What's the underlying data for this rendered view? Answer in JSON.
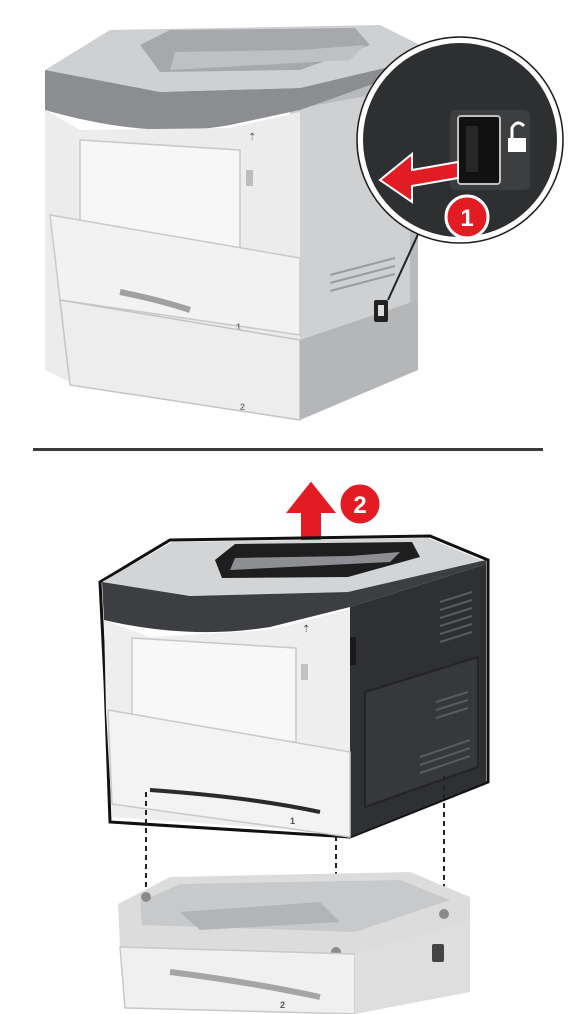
{
  "figure": {
    "step_labels": [
      "1",
      "2"
    ],
    "tray_labels": {
      "top_tray": "1",
      "lower_tray": "2"
    },
    "colors": {
      "accent": "#e31b23",
      "printer_dark": "#333336",
      "printer_gray": "#8c8d90",
      "printer_light": "#e9eaeb",
      "divider": "#3a3a3a"
    },
    "icons": [
      "arrow-left-icon",
      "arrow-up-icon",
      "lock-open-icon",
      "usb-icon"
    ]
  }
}
